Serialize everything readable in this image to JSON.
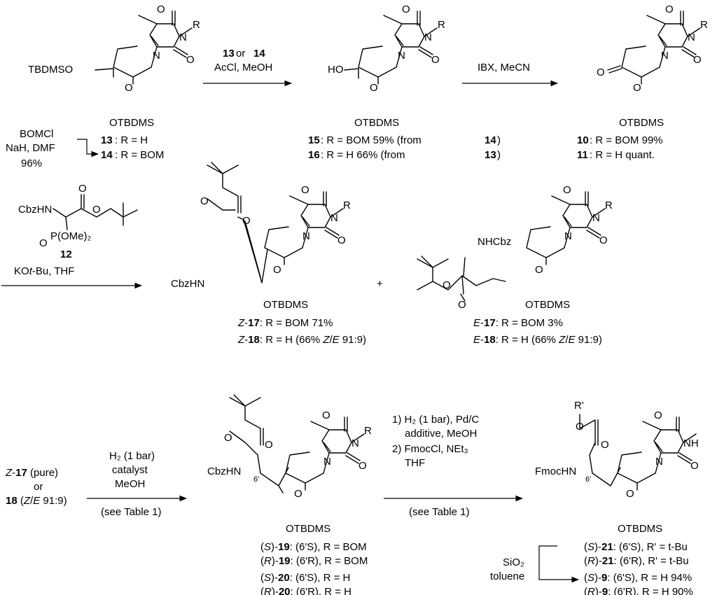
{
  "atoms": {
    "O": "O",
    "N": "N",
    "R": "R",
    "Rp": "R'",
    "NH": "NH",
    "TBDMSO": "TBDMSO",
    "OTBDMS": "OTBDMS",
    "HO": "HO",
    "CbzHN": "CbzHN",
    "NHCbz": "NHCbz",
    "FmocHN": "FmocHN",
    "pos6": "6'",
    "POMe2": "P(OMe)₂"
  },
  "row1": {
    "cmpd13": "13",
    "cmpd14": "14",
    "r_h": ": R = H",
    "r_bom": ": R = BOM",
    "bomcl_1": "BOMCl",
    "bomcl_2": "NaH, DMF",
    "bomcl_3": "96%",
    "arrow1_or": " or ",
    "arrow1_reagent": "AcCl, MeOH",
    "cmpd15": "15",
    "cmpd16": "16",
    "y15": ": R = BOM  59% (from ",
    "y16": ": R = H       66% (from ",
    "paren_close": ")",
    "arrow2_reagent": "IBX, MeCN",
    "cmpd10": "10",
    "cmpd11": "11",
    "y10": ": R = BOM  99%",
    "y11": ": R = H      quant."
  },
  "row2": {
    "cmpd12": "12",
    "base": "KO",
    "base_t": "t",
    "base_rest": "-Bu, THF",
    "plus": "+",
    "z": "Z",
    "e": "E",
    "dash": "-",
    "cmpd17": "17",
    "cmpd18": "18",
    "z17": ": R = BOM  71%",
    "z18": ": R = H       (66% ",
    "e17": ": R = BOM    3%",
    "e18": ": R = H       (66% ",
    "ratio": " 91:9)",
    "slash": "/"
  },
  "row3": {
    "pure": " (pure)",
    "or": "or",
    "z_e_open": " (",
    "z_e_close": " 91:9)",
    "h2_1": "H₂ (1 bar)",
    "h2_cat": "catalyst",
    "h2_meoh": "MeOH",
    "see_table": "(see Table 1)",
    "step1": "1) H₂ (1 bar), Pd/C",
    "step1b": "additive, MeOH",
    "step2": "2) FmocCl, NEt₃",
    "step2b": "THF",
    "cmpd19": "19",
    "cmpd20": "20",
    "cmpd21": "21",
    "cmpd9": "9",
    "S": "S",
    "Rc": "R",
    "s19": "(6'S), R = BOM",
    "r19": "(6'R), R = BOM",
    "s20": "(6'S), R = H",
    "r20": "(6'R), R = H",
    "s21": "(6'S), R' = t-Bu",
    "r21": "(6'R), R' = t-Bu",
    "s9": "(6'S), R = H  94%",
    "r9": "(6'R), R = H  90%",
    "sio2": "SiO₂",
    "toluene": "toluene"
  }
}
